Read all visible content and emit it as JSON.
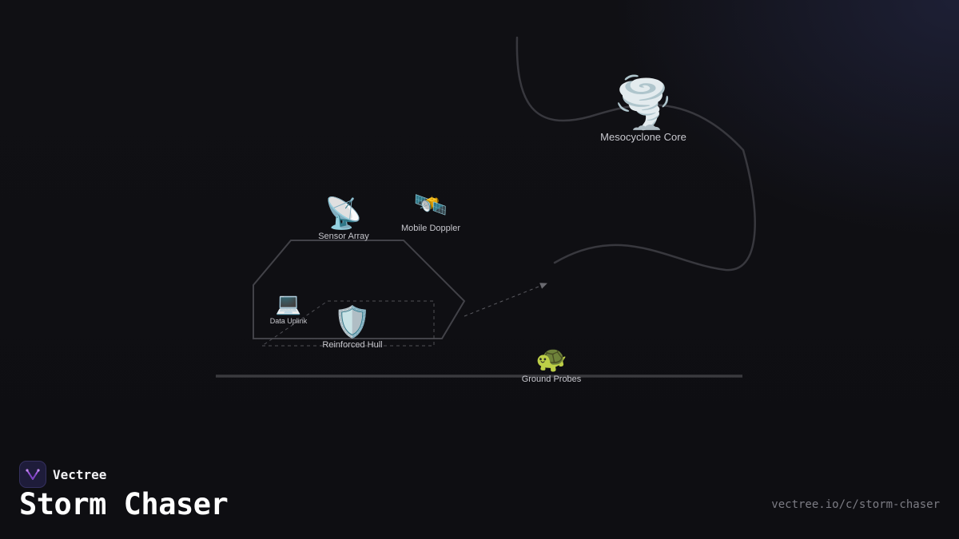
{
  "brand": {
    "name": "Vectree",
    "accent": "#a25be0"
  },
  "page": {
    "title": "Storm Chaser",
    "url": "vectree.io/c/storm-chaser"
  },
  "nodes": {
    "core": {
      "icon": "🌪️",
      "icon_name": "tornado-icon",
      "label": "Mesocyclone Core"
    },
    "sensor": {
      "icon": "📡",
      "icon_name": "satellite-dish-icon",
      "label": "Sensor Array"
    },
    "doppler": {
      "icon": "🛰️",
      "icon_name": "satellite-icon",
      "label": "Mobile Doppler"
    },
    "uplink": {
      "icon": "💻",
      "icon_name": "laptop-icon",
      "label": "Data Uplink"
    },
    "hull": {
      "icon": "🛡️",
      "icon_name": "shield-icon",
      "label": "Reinforced Hull"
    },
    "probes": {
      "icon": "🐢",
      "icon_name": "turtle-icon",
      "label": "Ground Probes"
    }
  },
  "colors": {
    "line": "#3a3a40",
    "dashed": "#56565c",
    "ground": "#38383c"
  }
}
